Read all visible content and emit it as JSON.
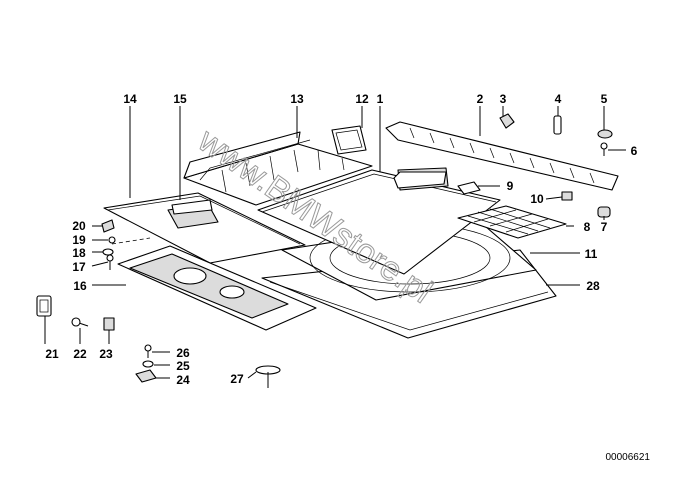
{
  "callouts": [
    "1",
    "2",
    "3",
    "4",
    "5",
    "6",
    "7",
    "8",
    "9",
    "10",
    "11",
    "12",
    "13",
    "14",
    "15",
    "16",
    "17",
    "18",
    "19",
    "20",
    "21",
    "22",
    "23",
    "24",
    "25",
    "26",
    "27",
    "28"
  ],
  "watermark": "www.BMWstore.pl",
  "diagram_ref": "00006621"
}
